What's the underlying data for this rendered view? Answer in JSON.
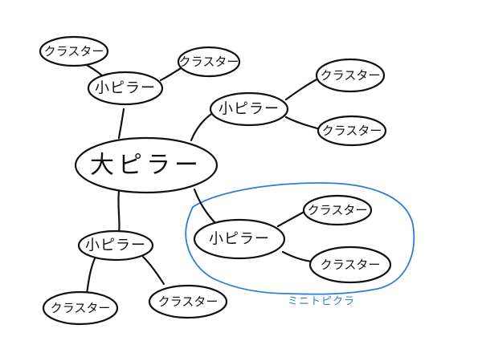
{
  "main": {
    "label": "大ピラー"
  },
  "subs": [
    {
      "label": "小ピラー"
    },
    {
      "label": "小ピラー"
    },
    {
      "label": "小ピラー"
    },
    {
      "label": "小ピラー"
    }
  ],
  "clusters": [
    {
      "label": "クラスター"
    },
    {
      "label": "クラスター"
    },
    {
      "label": "クラスター"
    },
    {
      "label": "クラスター"
    },
    {
      "label": "クラスター"
    },
    {
      "label": "クラスター"
    },
    {
      "label": "クラスター"
    },
    {
      "label": "クラスター"
    }
  ],
  "group": {
    "label": "ミニトピクラ",
    "color": "#2a7fd4"
  }
}
